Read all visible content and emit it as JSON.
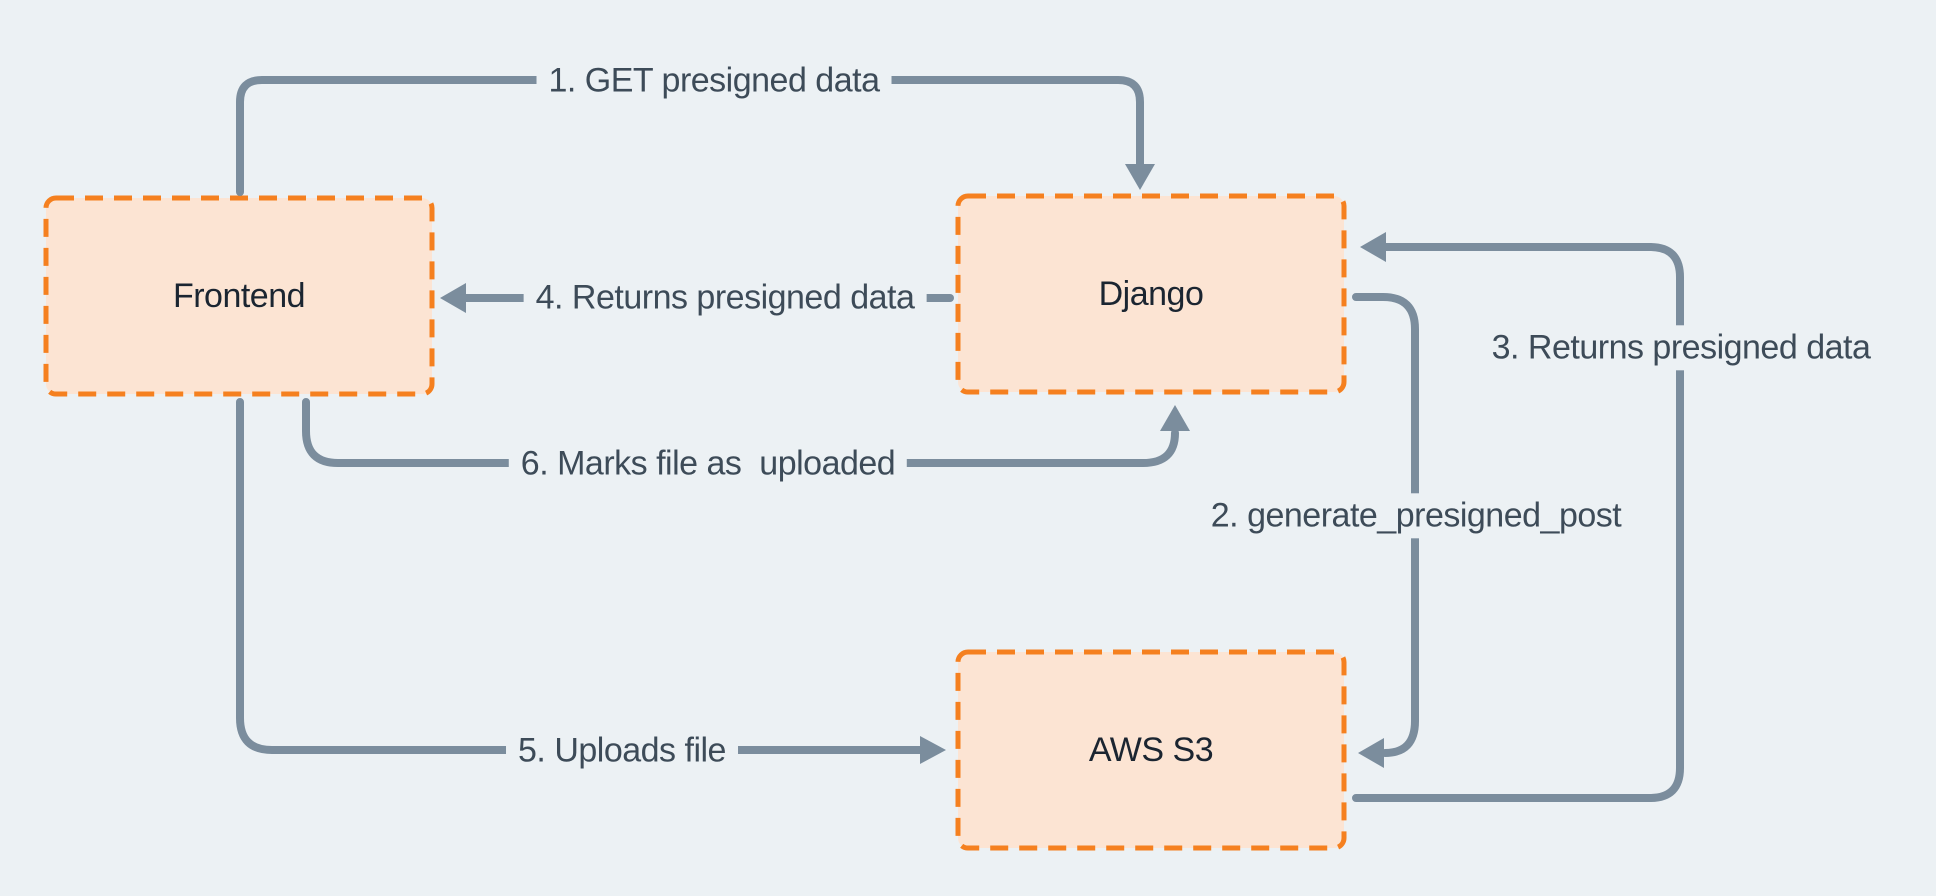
{
  "diagram": {
    "nodes": [
      {
        "id": "frontend",
        "label": "Frontend"
      },
      {
        "id": "django",
        "label": "Django"
      },
      {
        "id": "aws_s3",
        "label": "AWS S3"
      }
    ],
    "edges": [
      {
        "step": 1,
        "label": "1. GET presigned data",
        "from": "Frontend",
        "to": "Django"
      },
      {
        "step": 2,
        "label": "2. generate_presigned_post",
        "from": "Django",
        "to": "AWS S3"
      },
      {
        "step": 3,
        "label": "3. Returns presigned data",
        "from": "AWS S3",
        "to": "Django"
      },
      {
        "step": 4,
        "label": "4. Returns presigned data",
        "from": "Django",
        "to": "Frontend"
      },
      {
        "step": 5,
        "label": "5. Uploads file",
        "from": "Frontend",
        "to": "AWS S3"
      },
      {
        "step": 6,
        "label": "6. Marks file as  uploaded",
        "from": "Frontend",
        "to": "Django"
      }
    ],
    "colors": {
      "background": "#ecf1f4",
      "node_fill": "#fce4d3",
      "node_border": "#f5801f",
      "arrow": "#7b8d9d",
      "edge_label_text": "#3d4b58",
      "node_text": "#1b2531"
    }
  }
}
